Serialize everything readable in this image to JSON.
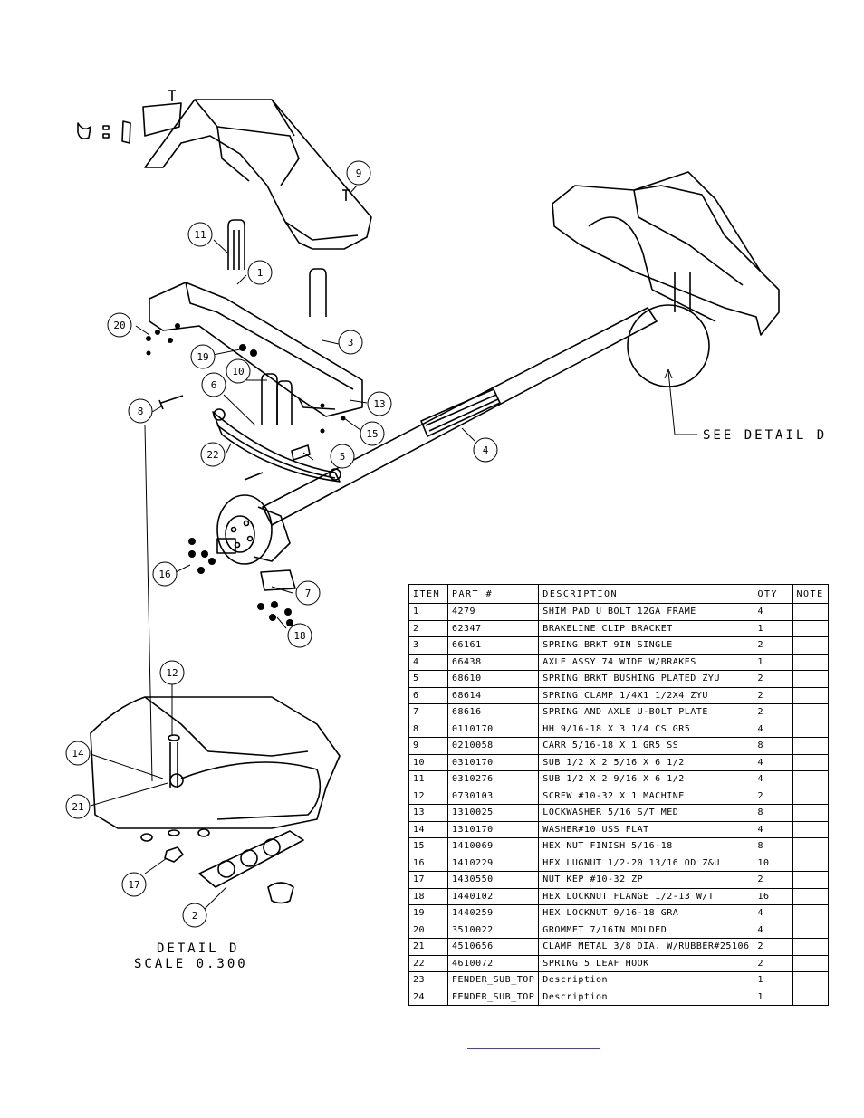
{
  "callouts": [
    "1",
    "2",
    "3",
    "4",
    "5",
    "6",
    "7",
    "8",
    "9",
    "10",
    "11",
    "12",
    "13",
    "14",
    "15",
    "16",
    "17",
    "18",
    "19",
    "20",
    "21",
    "22"
  ],
  "see_detail": "SEE DETAIL  D",
  "detail": {
    "title": "DETAIL  D",
    "scale": "SCALE  0.300"
  },
  "bom": {
    "headers": [
      "ITEM",
      "PART #",
      "DESCRIPTION",
      "QTY",
      "NOTE"
    ],
    "rows": [
      [
        "1",
        "4279",
        "SHIM PAD   U BOLT 12GA FRAME",
        "4",
        ""
      ],
      [
        "2",
        "62347",
        "BRAKELINE CLIP BRACKET",
        "1",
        ""
      ],
      [
        "3",
        "66161",
        "SPRING BRKT   9IN SINGLE",
        "2",
        ""
      ],
      [
        "4",
        "66438",
        "AXLE ASSY 74 WIDE W/BRAKES",
        "1",
        ""
      ],
      [
        "5",
        "68610",
        "SPRING BRKT BUSHING PLATED ZYU",
        "2",
        ""
      ],
      [
        "6",
        "68614",
        "SPRING CLAMP   1/4X1 1/2X4  ZYU",
        "2",
        ""
      ],
      [
        "7",
        "68616",
        "SPRING AND AXLE U-BOLT PLATE",
        "2",
        ""
      ],
      [
        "8",
        "0110170",
        "HH 9/16-18 X 3 1/4 CS GR5",
        "4",
        ""
      ],
      [
        "9",
        "0210058",
        "CARR 5/16-18 X 1 GR5 SS",
        "8",
        ""
      ],
      [
        "10",
        "0310170",
        "SUB 1/2 X 2 5/16 X 6 1/2",
        "4",
        ""
      ],
      [
        "11",
        "0310276",
        "SUB 1/2 X 2 9/16 X 6 1/2",
        "4",
        ""
      ],
      [
        "12",
        "0730103",
        "SCREW #10-32 X 1 MACHINE",
        "2",
        ""
      ],
      [
        "13",
        "1310025",
        "LOCKWASHER 5/16 S/T MED",
        "8",
        ""
      ],
      [
        "14",
        "1310170",
        "WASHER#10 USS FLAT",
        "4",
        ""
      ],
      [
        "15",
        "1410069",
        "HEX NUT FINISH 5/16-18",
        "8",
        ""
      ],
      [
        "16",
        "1410229",
        "HEX LUGNUT 1/2-20 13/16 OD Z&U",
        "10",
        ""
      ],
      [
        "17",
        "1430550",
        "NUT KEP #10-32 ZP",
        "2",
        ""
      ],
      [
        "18",
        "1440102",
        "HEX LOCKNUT FLANGE 1/2-13 W/T",
        "16",
        ""
      ],
      [
        "19",
        "1440259",
        "HEX LOCKNUT 9/16-18 GRA",
        "4",
        ""
      ],
      [
        "20",
        "3510022",
        "GROMMET  7/16IN MOLDED",
        "4",
        ""
      ],
      [
        "21",
        "4510656",
        "CLAMP METAL 3/8 DIA. W/RUBBER#25106",
        "2",
        ""
      ],
      [
        "22",
        "4610072",
        "SPRING  5 LEAF HOOK",
        "2",
        ""
      ],
      [
        "23",
        "FENDER_SUB_TOP",
        "Description",
        "1",
        ""
      ],
      [
        "24",
        "FENDER_SUB_TOP",
        "Description",
        "1",
        ""
      ]
    ]
  }
}
